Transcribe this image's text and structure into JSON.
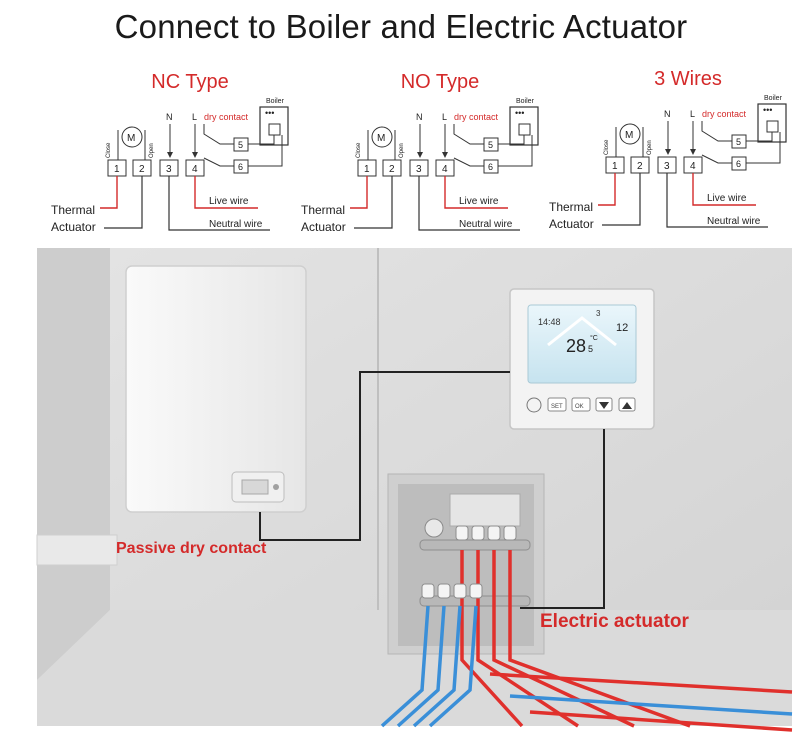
{
  "title": "Connect to Boiler and Electric Actuator",
  "wiring": {
    "boiler_label": "Boiler",
    "dry_contact_label": "dry contact",
    "terminal_n": "N",
    "terminal_l": "L",
    "actuator_close": "Close",
    "actuator_open": "Open",
    "motor_symbol": "M",
    "thermal_label": "Thermal",
    "actuator_label": "Actuator",
    "live_wire": "Live wire",
    "neutral_wire": "Neutral wire",
    "terminals": [
      "1",
      "2",
      "3",
      "4"
    ],
    "relay_terminals": [
      "5",
      "6"
    ],
    "types": [
      {
        "name": "NC Type"
      },
      {
        "name": "NO Type"
      },
      {
        "name": "3 Wires"
      }
    ]
  },
  "scene": {
    "passive_dry_contact": "Passive dry contact",
    "electric_actuator": "Electric actuator",
    "thermostat": {
      "time": "14:48",
      "temperature": "28",
      "temperature_decimal": "5",
      "unit": "°C",
      "set_point": "12",
      "top_digit": "3",
      "buttons": [
        "SET",
        "OK"
      ]
    }
  },
  "colors": {
    "accent_red": "#d42a2a",
    "pipe_red": "#e0302c",
    "pipe_blue": "#3a8fd8",
    "wire": "#222222"
  }
}
